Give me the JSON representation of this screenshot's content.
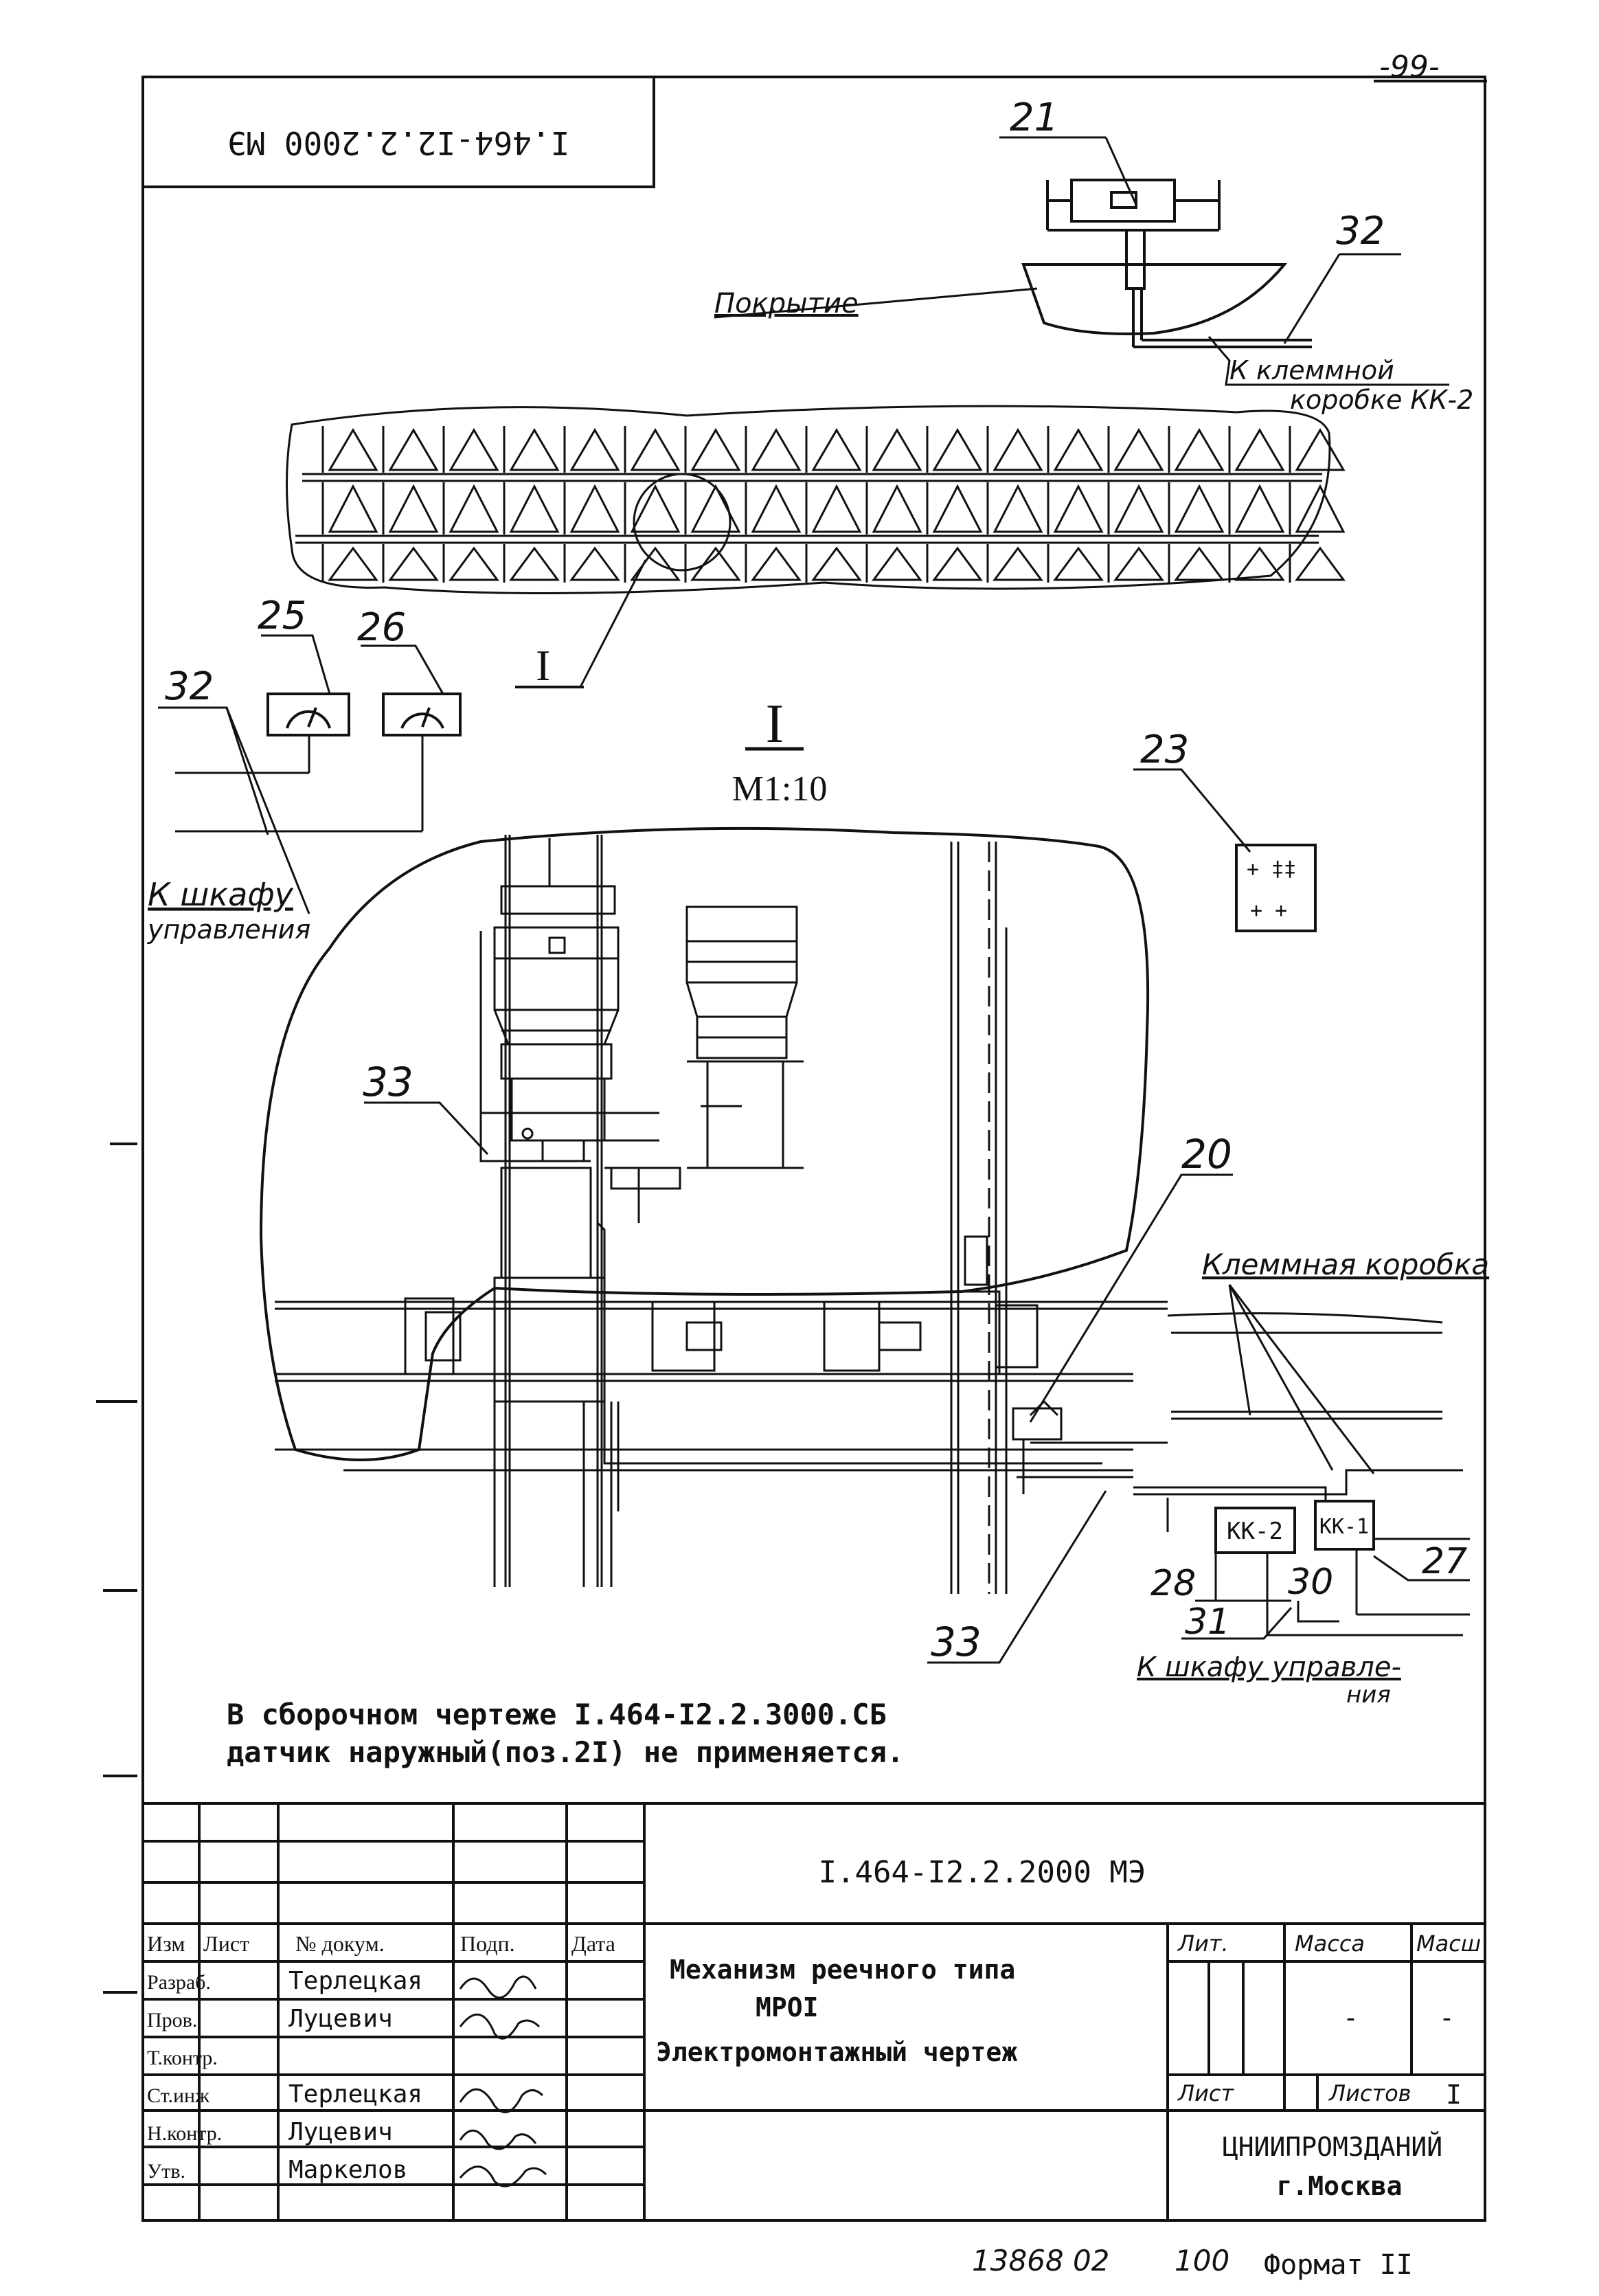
{
  "page_number": "-99-",
  "stamp_top": "І.464-І2.2.2000 МЭ",
  "drawing_labels": {
    "pos21": "21",
    "pos32_top": "32",
    "roofing": "Покрытие",
    "to_terminal_kk2_line1": "К клеммной",
    "to_terminal_kk2_line2": "коробке КК-2",
    "detail_ref": "I",
    "pos25": "25",
    "pos26": "26",
    "pos32_left": "32",
    "detail_title": "I",
    "detail_scale": "М1:10",
    "pos23": "23",
    "to_control_cabinet_line1": "К шкафу",
    "to_control_cabinet_line2": "управления",
    "pos33_top": "33",
    "pos20": "20",
    "terminal_box": "Клеммная коробка",
    "kk2": "КК-2",
    "kk1": "КК-1",
    "pos28": "28",
    "pos31": "31",
    "pos30": "30",
    "pos27": "27",
    "pos33_bottom": "33",
    "to_control_cabinet_b_line1": "К шкафу управле-",
    "to_control_cabinet_b_line2": "ния"
  },
  "note": {
    "line1": "В сборочном чертеже І.464-І2.2.3000.СБ",
    "line2": "датчик наружный(поз.2І)  не применяется."
  },
  "title_block": {
    "doc_code": "І.464-І2.2.2000 МЭ",
    "col_headers": {
      "change": "Изм",
      "sheet": "Лист",
      "doc_no": "№ докум.",
      "signature": "Подп.",
      "date": "Дата"
    },
    "rows": [
      {
        "role": "Разраб.",
        "name": "Терлецкая"
      },
      {
        "role": "Пров.",
        "name": "Луцевич"
      },
      {
        "role": "Т.контр.",
        "name": ""
      },
      {
        "role": "Ст.инж",
        "name": "Терлецкая"
      },
      {
        "role": "Н.контр.",
        "name": "Луцевич"
      },
      {
        "role": "Утв.",
        "name": "Маркелов"
      }
    ],
    "title_line1": "Механизм реечного типа",
    "title_line2": "МРОІ",
    "title_line3": "Электромонтажный чертеж",
    "lit_label": "Лит.",
    "mass_label": "Масса",
    "scale_label": "Масш",
    "mass_value": "-",
    "scale_value": "-",
    "sheet_label": "Лист",
    "sheets_label": "Листов",
    "sheets_value": "І",
    "org_line1": "ЦНИИПРОМЗДАНИЙ",
    "org_line2": "г.Москва"
  },
  "footer": {
    "archive_no": "13868 02",
    "sheet_no": "100",
    "format": "Формат ІІ"
  }
}
